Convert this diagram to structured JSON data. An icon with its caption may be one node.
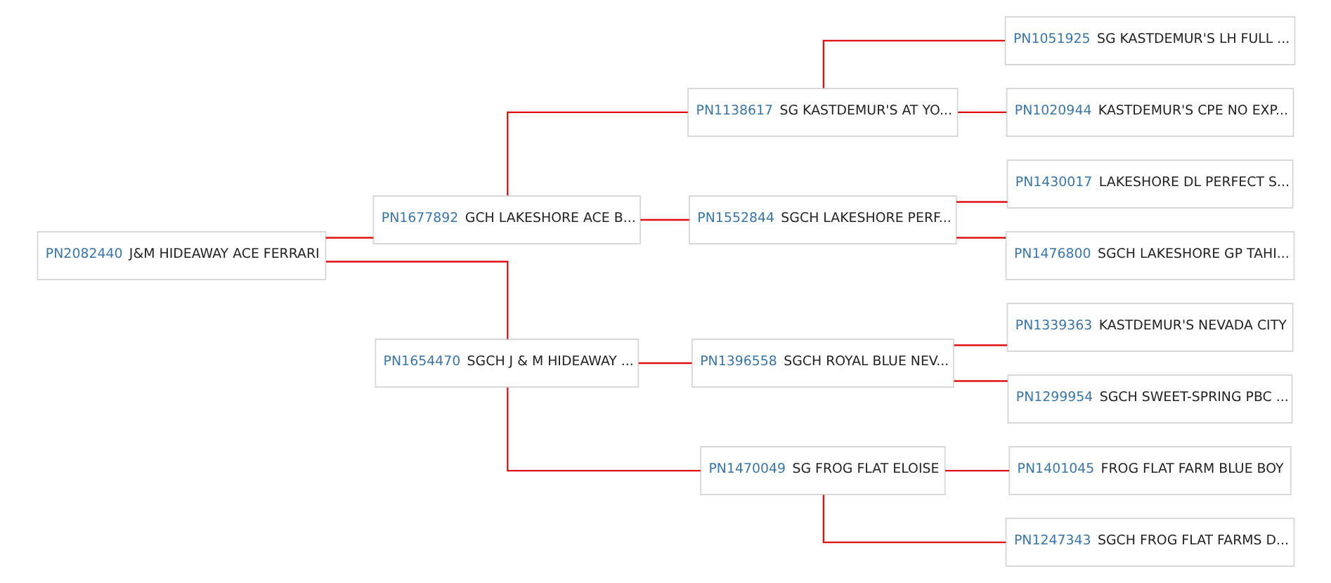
{
  "diagram": {
    "nodes": [
      {
        "text": [
          "PN2082440",
          "J&M HIDEAWAY ACE FERRARI"
        ]
      },
      {
        "text": [
          "PN1677892",
          "GCH LAKESHORE ACE B..."
        ]
      },
      {
        "text": [
          "PN1138617",
          "SG KASTDEMUR'S AT YO..."
        ]
      },
      {
        "text": [
          "PN1051925",
          "SG KASTDEMUR'S LH FULL ..."
        ]
      },
      {
        "text": [
          "PN1020944",
          "KASTDEMUR'S CPE NO EXP..."
        ]
      },
      {
        "text": [
          "PN1552844",
          "SGCH LAKESHORE PERF..."
        ]
      },
      {
        "text": [
          "PN1430017",
          "LAKESHORE DL PERFECT S..."
        ]
      },
      {
        "text": [
          "PN1476800",
          "SGCH LAKESHORE GP TAHI..."
        ]
      },
      {
        "text": [
          "PN1654470",
          "SGCH J & M HIDEAWAY ..."
        ]
      },
      {
        "text": [
          "PN1396558",
          "SGCH ROYAL BLUE NEV..."
        ]
      },
      {
        "text": [
          "PN1339363",
          "KASTDEMUR'S NEVADA CITY"
        ]
      },
      {
        "text": [
          "PN1299954",
          "SGCH SWEET-SPRING PBC ..."
        ]
      },
      {
        "text": [
          "PN1470049",
          "SG FROG FLAT ELOISE"
        ]
      },
      {
        "text": [
          "PN1401045",
          "FROG FLAT FARM BLUE BOY"
        ]
      },
      {
        "text": [
          "PN1247343",
          "SGCH FROG FLAT FARMS D..."
        ]
      }
    ],
    "edges": [
      {
        "from": 0,
        "to": 1,
        "arrow": "none"
      },
      {
        "from": 0,
        "to": 8,
        "arrow": "none"
      },
      {
        "from": 1,
        "to": 2,
        "arrow": "none"
      },
      {
        "from": 1,
        "to": 5,
        "arrow": "none"
      },
      {
        "from": 2,
        "to": 3,
        "arrow": "none"
      },
      {
        "from": 2,
        "to": 4,
        "arrow": "none"
      },
      {
        "from": 5,
        "to": 6,
        "arrow": "none"
      },
      {
        "from": 5,
        "to": 7,
        "arrow": "none"
      },
      {
        "from": 8,
        "to": 9,
        "arrow": "none"
      },
      {
        "from": 8,
        "to": 12,
        "arrow": "none"
      },
      {
        "from": 9,
        "to": 10,
        "arrow": "none"
      },
      {
        "from": 9,
        "to": 11,
        "arrow": "none"
      },
      {
        "from": 12,
        "to": 13,
        "arrow": "none"
      },
      {
        "from": 12,
        "to": 14,
        "arrow": "none"
      }
    ]
  }
}
